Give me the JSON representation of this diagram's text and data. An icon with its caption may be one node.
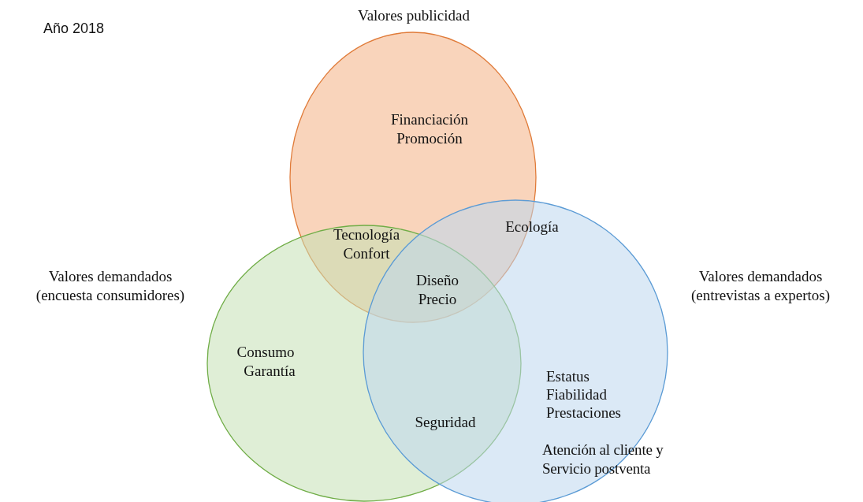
{
  "diagram": {
    "title": "Año 2018",
    "nodes": [
      {
        "text": [
          "Valores publicidad",
          "Financiación",
          "Promoción"
        ]
      },
      {
        "text": [
          "Valores demandados (encuesta consumidores)",
          "Consumo",
          "Garantía"
        ]
      },
      {
        "text": [
          "Valores demandados (entrevistas a expertos)",
          "Estatus",
          "Fiabilidad",
          "Prestaciones",
          "Atención al cliente y Servicio postventa"
        ]
      }
    ],
    "edges": [],
    "labels": [
      "Tecnología",
      "Confort",
      "Ecología",
      "Diseño",
      "Precio",
      "Seguridad"
    ]
  }
}
